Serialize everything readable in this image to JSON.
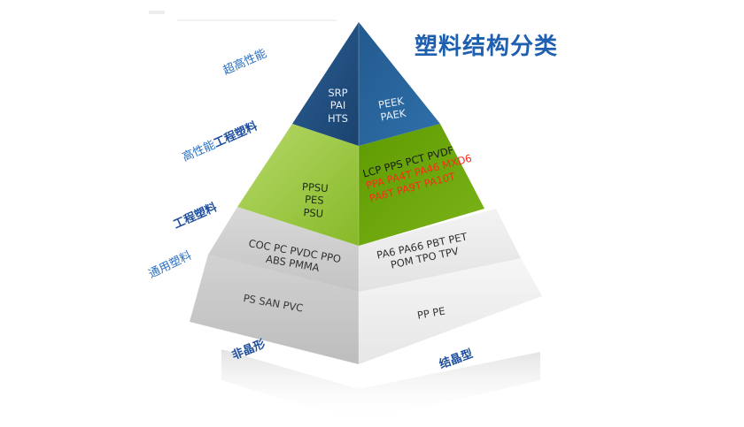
{
  "title": "塑料结构分类",
  "side_labels": {
    "super_high": "超高性能",
    "high_prefix": "高性能",
    "high_suffix": "工程塑料",
    "engineering": "工程塑料",
    "general": "通用塑料",
    "amorphous": "非晶形",
    "crystalline": "结晶型"
  },
  "tiers": {
    "top": {
      "left": [
        "SRP",
        "PAI",
        "HTS"
      ],
      "right": [
        "PEEK",
        "PAEK"
      ]
    },
    "high": {
      "left": [
        "PPSU",
        "PES",
        "PSU"
      ],
      "right_dark": "LCP PPS PCT PVDF",
      "right_red": [
        "PPA PA4T PA46 MXD6",
        "PA6T PA9T PA10T"
      ]
    },
    "engineering": {
      "left": [
        "COC PC PVDC PPO",
        "ABS PMMA"
      ],
      "right": [
        "PA6 PA66  PBT PET",
        "POM TPO TPV"
      ]
    },
    "general": {
      "left": "PS SAN PVC",
      "right": "PP PE"
    }
  },
  "colors": {
    "title": "#1f5fb0",
    "label": "#2a6fc0",
    "top_left": "#1f4f80",
    "top_right": "#2d6aa3",
    "green_left": "#8fbf2e",
    "green_right": "#6aa80a",
    "red_text": "#ff2a1a"
  }
}
